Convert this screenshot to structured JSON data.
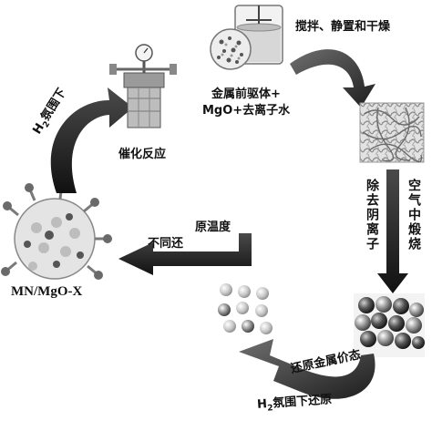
{
  "labels": {
    "stirring": "搅拌、静置和干燥",
    "precursor_line1": "金属前驱体+",
    "precursor_line2": "MgO+去离子水",
    "calcination": "空气中煅烧",
    "remove_anions": "除去阴离子",
    "reduce_metal": "还原金属价态",
    "h2_reduce": "H",
    "h2_reduce_sub": "2",
    "h2_reduce_tail": "氛围下还原",
    "original_temp": "原温度",
    "no_reduce": "不同还",
    "product": "MN/MgO-X",
    "catalysis": "催化反应",
    "h2_atmosphere": "H",
    "h2_atmosphere_sub": "2",
    "h2_atmosphere_tail": "氛围下"
  },
  "icons": [
    "beaker-icon",
    "autoclave-reactor-icon",
    "nanoparticle-cluster-icon",
    "porous-network-icon"
  ]
}
